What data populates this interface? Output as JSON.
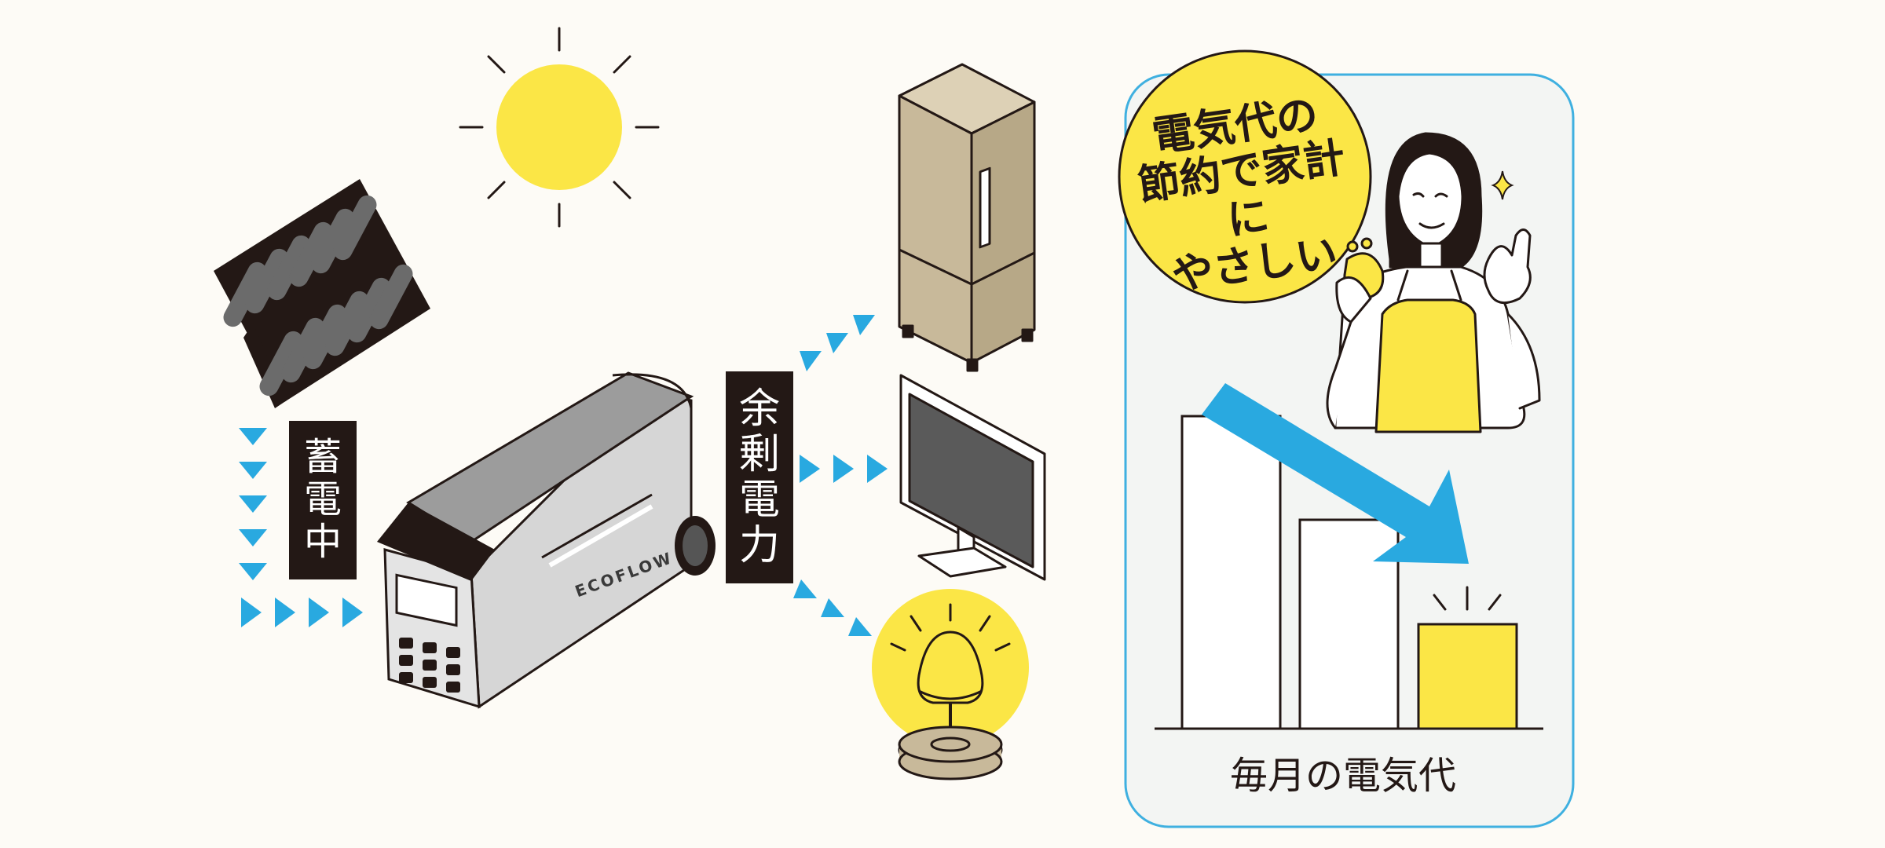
{
  "labels": {
    "charging": [
      "蓄",
      "電",
      "中"
    ],
    "surplus_power": [
      "余",
      "剰",
      "電",
      "力"
    ]
  },
  "speech_bubble": {
    "lines": [
      "電気代の",
      "節約で家計に",
      "やさしい"
    ]
  },
  "chart": {
    "caption": "毎月の電気代"
  },
  "product": {
    "brand": "ECOFLOW"
  },
  "colors": {
    "accent_yellow": "#fbe646",
    "arrow_blue": "#29a9e0",
    "dark": "#231815",
    "panel_border": "#3fb0e0",
    "fridge": "#c8b99a"
  },
  "icons": [
    "sun-icon",
    "solar-panel-icon",
    "power-station-icon",
    "refrigerator-icon",
    "monitor-icon",
    "lamp-icon",
    "woman-illustration",
    "coin-purse-icon",
    "sparkle-icon"
  ]
}
